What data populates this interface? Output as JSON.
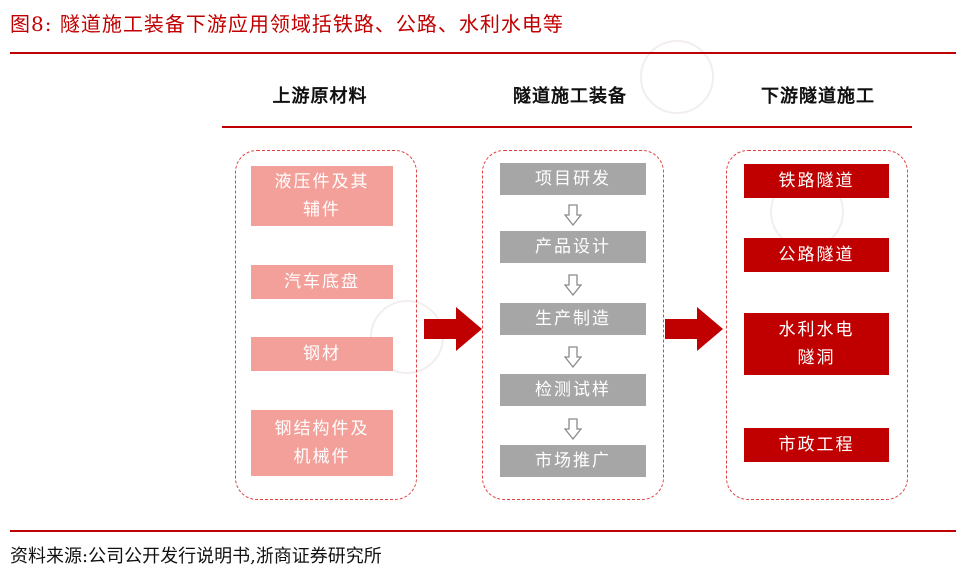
{
  "figure": {
    "title": "图8:  隧道施工装备下游应用领域括铁路、公路、水利水电等",
    "source": "资料来源:公司公开发行说明书,浙商证券研究所"
  },
  "columns": {
    "upstream": {
      "header": "上游原材料",
      "items": [
        "液压件及其\n辅件",
        "汽车底盘",
        "钢材",
        "钢结构件及\n机械件"
      ]
    },
    "equipment": {
      "header": "隧道施工装备",
      "steps": [
        "项目研发",
        "产品设计",
        "生产制造",
        "检测试样",
        "市场推广"
      ]
    },
    "downstream": {
      "header": "下游隧道施工",
      "items": [
        "铁路隧道",
        "公路隧道",
        "水利水电\n隧洞",
        "市政工程"
      ]
    }
  },
  "colors": {
    "accent_red": "#c00000",
    "pink": "#f4a09a",
    "grey": "#a6a6a6",
    "dashed_border": "#e04040"
  },
  "icons": {
    "flow_arrow": "right-arrow-icon",
    "step_arrow": "hollow-down-arrow-icon"
  }
}
